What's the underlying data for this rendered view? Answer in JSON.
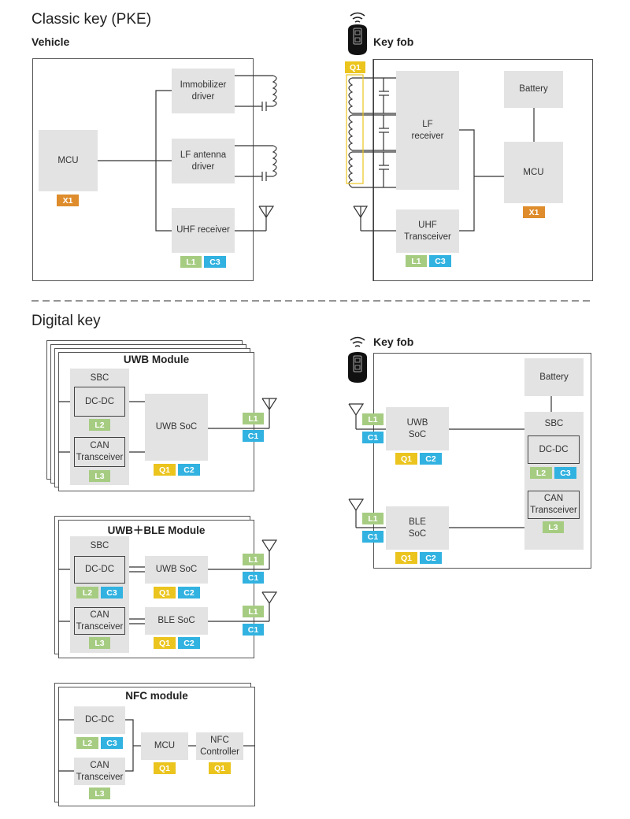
{
  "colors": {
    "L": "#a6cc82",
    "C": "#31b2e0",
    "Q": "#ebc41e",
    "X": "#de8c2c",
    "block": "#e3e3e3",
    "frame": "#555555"
  },
  "classic": {
    "title": "Classic key (PKE)",
    "vehicle": {
      "label": "Vehicle",
      "mcu": "MCU",
      "mcu_tags": [
        "X1"
      ],
      "immobilizer": "Immobilizer driver",
      "lf_driver": "LF antenna driver",
      "uhf_receiver": "UHF receiver",
      "uhf_tags": [
        "L1",
        "C3"
      ]
    },
    "keyfob": {
      "label": "Key fob",
      "coil_tag": "Q1",
      "lf_receiver": "LF receiver",
      "battery": "Battery",
      "mcu": "MCU",
      "mcu_tags": [
        "X1"
      ],
      "uhf_transceiver": "UHF Transceiver",
      "uhf_tags": [
        "L1",
        "C3"
      ]
    }
  },
  "digital": {
    "title": "Digital key",
    "uwb_module": {
      "title": "UWB Module",
      "sbc": "SBC",
      "dcdc": "DC-DC",
      "dcdc_tags": [
        "L2"
      ],
      "can": "CAN Transceiver",
      "can_tags": [
        "L3"
      ],
      "soc": "UWB SoC",
      "soc_tags": [
        "Q1",
        "C2"
      ],
      "ant_tags": [
        "L1",
        "C1"
      ]
    },
    "uwb_ble_module": {
      "title": "UWB＋BLE Module",
      "sbc": "SBC",
      "dcdc": "DC-DC",
      "dcdc_tags": [
        "L2",
        "C3"
      ],
      "can": "CAN Transceiver",
      "can_tags": [
        "L3"
      ],
      "uwb_soc": "UWB SoC",
      "uwb_soc_tags": [
        "Q1",
        "C2"
      ],
      "ble_soc": "BLE SoC",
      "ble_soc_tags": [
        "Q1",
        "C2"
      ],
      "uwb_ant_tags": [
        "L1",
        "C1"
      ],
      "ble_ant_tags": [
        "L1",
        "C1"
      ]
    },
    "nfc_module": {
      "title": "NFC module",
      "dcdc": "DC-DC",
      "dcdc_tags": [
        "L2",
        "C3"
      ],
      "can": "CAN Transceiver",
      "can_tags": [
        "L3"
      ],
      "mcu": "MCU",
      "mcu_tags": [
        "Q1"
      ],
      "nfc": "NFC Controller",
      "nfc_tags": [
        "Q1"
      ]
    },
    "keyfob": {
      "label": "Key fob",
      "battery": "Battery",
      "uwb_soc": "UWB SoC",
      "uwb_soc_tags": [
        "Q1",
        "C2"
      ],
      "ble_soc": "BLE SoC",
      "ble_soc_tags": [
        "Q1",
        "C2"
      ],
      "uwb_ant_tags": [
        "L1",
        "C1"
      ],
      "ble_ant_tags": [
        "L1",
        "C1"
      ],
      "sbc": "SBC",
      "dcdc": "DC-DC",
      "dcdc_tags": [
        "L2",
        "C3"
      ],
      "can": "CAN Transceiver",
      "can_tags": [
        "L3"
      ]
    }
  }
}
